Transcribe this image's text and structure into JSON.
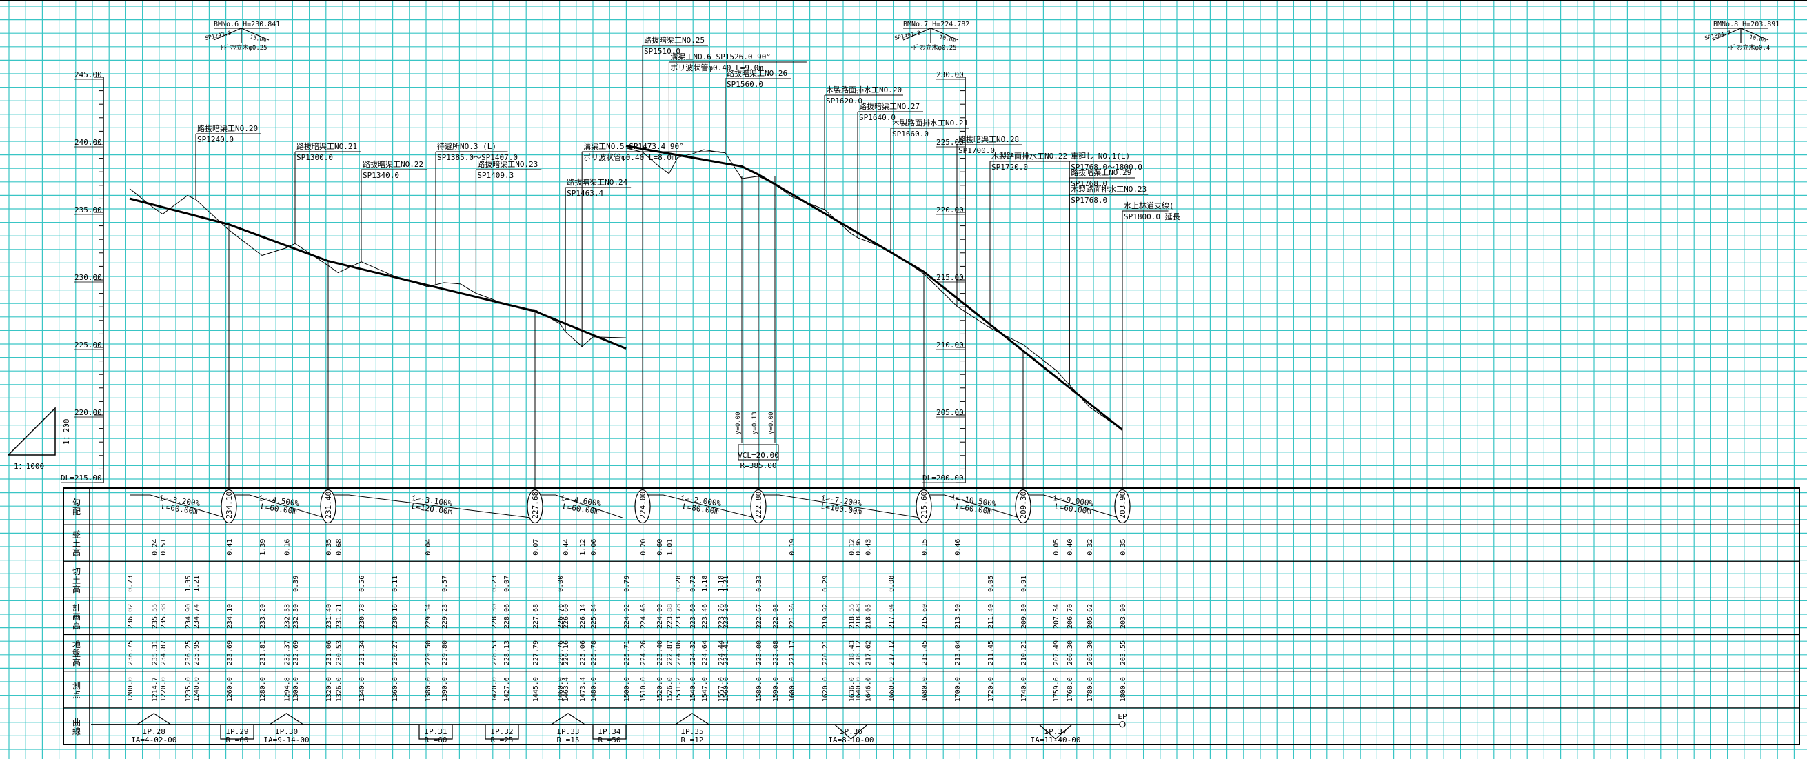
{
  "colors": {
    "grid": "#39c5c5",
    "ink": "#000000",
    "paper": "#ffffff"
  },
  "panels": [
    {
      "id": "left",
      "dl_label": "DL=215.00",
      "y_range": [
        215,
        245
      ],
      "y_ticks": [
        {
          "v": 245,
          "label": "245.00"
        },
        {
          "v": 240,
          "label": "240.00"
        },
        {
          "v": 235,
          "label": "235.00"
        },
        {
          "v": 230,
          "label": "230.00"
        },
        {
          "v": 225,
          "label": "225.00"
        },
        {
          "v": 220,
          "label": "220.00"
        }
      ],
      "benchmark": {
        "sp": 1240,
        "code": "BMNo.6",
        "height": "H=230.841",
        "dist_left": "SP1243.3",
        "dist_right": "15.0m",
        "note": "ﾄﾄﾞﾏﾂ立木φ0.25"
      },
      "ground": [
        [
          1200,
          236.75
        ],
        [
          1214.7,
          235.31
        ],
        [
          1220,
          234.87
        ],
        [
          1235,
          236.25
        ],
        [
          1240,
          235.95
        ],
        [
          1260,
          233.69
        ],
        [
          1280,
          231.81
        ],
        [
          1294.8,
          232.37
        ],
        [
          1300,
          232.69
        ],
        [
          1320,
          231.06
        ],
        [
          1326,
          230.53
        ],
        [
          1340,
          231.34
        ],
        [
          1360,
          230.27
        ],
        [
          1380,
          229.5
        ],
        [
          1390,
          229.8
        ],
        [
          1400,
          229.7
        ],
        [
          1409.3,
          229.01
        ],
        [
          1420,
          228.53
        ],
        [
          1427.6,
          228.13
        ],
        [
          1440,
          227.87
        ],
        [
          1445,
          227.79
        ],
        [
          1460,
          226.76
        ],
        [
          1463.4,
          226.16
        ],
        [
          1473.4,
          225.06
        ],
        [
          1480,
          225.78
        ],
        [
          1500,
          225.71
        ]
      ],
      "plan": [
        [
          1200,
          236.02
        ],
        [
          1260,
          234.1
        ],
        [
          1320,
          231.4
        ],
        [
          1445,
          227.68
        ],
        [
          1500,
          224.92
        ]
      ],
      "structures": [
        {
          "sp": 1240,
          "name": "路抜暗渠工NO.20",
          "sub": "SP1240.0",
          "lvl": 0
        },
        {
          "sp": 1300,
          "name": "路抜暗渠工NO.21",
          "sub": "SP1300.0",
          "lvl": 1
        },
        {
          "sp": 1340,
          "name": "路抜暗渠工NO.22",
          "sub": "SP1340.0",
          "lvl": 2
        },
        {
          "sp": 1385,
          "name": "待避所NO.3 (L)",
          "sub": "SP1385.0～SP1407.0",
          "lvl": 1
        },
        {
          "sp": 1409.3,
          "name": "路抜暗渠工NO.23",
          "sub": "SP1409.3",
          "lvl": 2
        },
        {
          "sp": 1473.4,
          "name": "溝渠工NO.5  SP1473.4 90°",
          "sub": "ポリ波状管φ0.40 L=8.0m",
          "lvl": 1
        },
        {
          "sp": 1463.4,
          "name": "路抜暗渠工NO.24",
          "sub": "SP1463.4",
          "lvl": 3
        }
      ]
    },
    {
      "id": "right",
      "dl_label": "DL=200.00",
      "y_range": [
        200,
        230
      ],
      "y_ticks": [
        {
          "v": 230,
          "label": "230.00"
        },
        {
          "v": 225,
          "label": "225.00"
        },
        {
          "v": 220,
          "label": "220.00"
        },
        {
          "v": 215,
          "label": "215.00"
        },
        {
          "v": 210,
          "label": "210.00"
        },
        {
          "v": 205,
          "label": "205.00"
        }
      ],
      "benchmark": {
        "sp": 1500,
        "code": "BMNo.7",
        "height": "H=224.782",
        "dist_left": "SP1497.3",
        "dist_right": "10.0m",
        "note": "ﾄﾄﾞﾏﾂ立木φ0.25"
      },
      "ground": [
        [
          1500,
          224.76
        ],
        [
          1510,
          224.46
        ],
        [
          1520,
          223.4
        ],
        [
          1526,
          222.87
        ],
        [
          1531.2,
          224.06
        ],
        [
          1540,
          224.32
        ],
        [
          1547,
          224.64
        ],
        [
          1557,
          224.44
        ],
        [
          1560,
          224.41
        ],
        [
          1570,
          222.5
        ],
        [
          1580,
          222.67
        ],
        [
          1590,
          222.08
        ],
        [
          1600,
          221.17
        ],
        [
          1620,
          220.21
        ],
        [
          1636,
          218.43
        ],
        [
          1640,
          218.12
        ],
        [
          1646,
          217.85
        ],
        [
          1660,
          217.12
        ],
        [
          1680,
          215.45
        ],
        [
          1700,
          213.04
        ],
        [
          1720,
          211.45
        ],
        [
          1740,
          210.21
        ],
        [
          1760,
          208.3
        ],
        [
          1780,
          205.6
        ],
        [
          1800,
          203.9
        ]
      ],
      "plan": [
        [
          1500,
          224.92
        ],
        [
          1570,
          223.4
        ],
        [
          1580,
          222.8
        ],
        [
          1680,
          215.6
        ],
        [
          1800,
          203.9
        ]
      ],
      "structures": [
        {
          "sp": 1510,
          "name": "路抜暗渠工NO.25",
          "sub": "SP1510.0",
          "lvl": 0
        },
        {
          "sp": 1526,
          "name": "溝渠工NO.6  SP1526.0 90°",
          "sub": "ポリ波状管φ0.40 L=9.0m",
          "lvl": 1
        },
        {
          "sp": 1560,
          "name": "路抜暗渠工NO.26",
          "sub": "SP1560.0",
          "lvl": 2
        },
        {
          "sp": 1620,
          "name": "木製路面排水工NO.20",
          "sub": "SP1620.0",
          "lvl": 3
        },
        {
          "sp": 1640,
          "name": "路抜暗渠工NO.27",
          "sub": "SP1640.0",
          "lvl": 4
        },
        {
          "sp": 1660,
          "name": "木製路面排水工NO.21",
          "sub": "SP1660.0",
          "lvl": 5
        },
        {
          "sp": 1700,
          "name": "路抜暗渠工NO.28",
          "sub": "SP1700.0",
          "lvl": 6
        },
        {
          "sp": 1720,
          "name": "木製路面排水工NO.22",
          "sub": "SP1720.0",
          "lvl": 7
        },
        {
          "sp": 1768,
          "name": "車廻し NO.1(L)",
          "sub": "SP1768.0～1800.0",
          "lvl": 7
        },
        {
          "sp": 1768,
          "name": "路抜暗渠工NO.29",
          "sub": "SP1768.0",
          "lvl": 8
        },
        {
          "sp": 1768,
          "name": "木製路面排水工NO.23",
          "sub": "SP1768.0",
          "lvl": 9
        },
        {
          "sp": 1800,
          "name": "水上林道支線(",
          "sub": "SP1800.0  延長",
          "lvl": 10
        }
      ],
      "vcl": {
        "label1": "VCL=20.00",
        "label2": "R=385.00",
        "y1": "y=0.00",
        "y2": "y=0.13",
        "y3": "y=0.00"
      }
    }
  ],
  "second_benchmark": {
    "sp": 1800,
    "code": "BMNo.8",
    "height": "H=203.891",
    "dist_left": "SP1804.7",
    "dist_right": "10.0m",
    "note": "ﾄﾄﾞﾏﾂ立木φ0.4"
  },
  "scale": {
    "vertical": "1：200",
    "horizontal": "1：1000"
  },
  "table_rows": [
    "勾配",
    "盛土高",
    "切土高",
    "計画高",
    "地盤高",
    "測点",
    "曲線"
  ],
  "gradients": [
    {
      "i": "i=-3.200%",
      "L": "L=60.00m"
    },
    {
      "i": "i=-4.500%",
      "L": "L=60.00m"
    },
    {
      "i": "i=-3.100%",
      "L": "L=120.00m"
    },
    {
      "i": "i=-4.600%",
      "L": "L=60.00m"
    },
    {
      "i": "i=-2.000%",
      "L": "L=80.00m"
    },
    {
      "i": "i=-7.200%",
      "L": "L=100.00m"
    },
    {
      "i": "i=-10.500%",
      "L": "L=60.00m"
    },
    {
      "i": "i=-9.000%",
      "L": "L=60.00m"
    }
  ],
  "break_elevs": [
    {
      "sp": 1260,
      "v": "234.10"
    },
    {
      "sp": 1320,
      "v": "231.40"
    },
    {
      "sp": 1445,
      "v": "227.68"
    },
    {
      "sp": 1510,
      "v": "224.00"
    },
    {
      "sp": 1580,
      "v": "222.80"
    },
    {
      "sp": 1680,
      "v": "215.60"
    },
    {
      "sp": 1740,
      "v": "209.30"
    },
    {
      "sp": 1800,
      "v": "203.90"
    }
  ],
  "stations": [
    {
      "sp": 1200,
      "label": "1200.0",
      "plan": "236.02",
      "ground": "236.75",
      "fill": "",
      "cut": "0.73"
    },
    {
      "sp": 1214.7,
      "label": "1214.7",
      "plan": "235.55",
      "ground": "235.31",
      "fill": "0.24",
      "cut": ""
    },
    {
      "sp": 1220,
      "label": "1220.0",
      "plan": "235.38",
      "ground": "234.87",
      "fill": "0.51",
      "cut": ""
    },
    {
      "sp": 1235,
      "label": "1235.0",
      "plan": "234.90",
      "ground": "236.25",
      "fill": "",
      "cut": "1.35"
    },
    {
      "sp": 1240,
      "label": "1240.0",
      "plan": "234.74",
      "ground": "235.95",
      "fill": "",
      "cut": "1.21"
    },
    {
      "sp": 1260,
      "label": "1260.0",
      "plan": "234.10",
      "ground": "233.69",
      "fill": "0.41",
      "cut": ""
    },
    {
      "sp": 1280,
      "label": "1280.0",
      "plan": "233.20",
      "ground": "231.81",
      "fill": "1.39",
      "cut": ""
    },
    {
      "sp": 1294.8,
      "label": "1294.8",
      "plan": "232.53",
      "ground": "232.37",
      "fill": "0.16",
      "cut": ""
    },
    {
      "sp": 1300,
      "label": "1300.0",
      "plan": "232.30",
      "ground": "232.69",
      "fill": "",
      "cut": "0.39"
    },
    {
      "sp": 1320,
      "label": "1320.0",
      "plan": "231.40",
      "ground": "231.06",
      "fill": "0.35",
      "cut": ""
    },
    {
      "sp": 1326,
      "label": "1326.0",
      "plan": "231.21",
      "ground": "230.53",
      "fill": "0.68",
      "cut": ""
    },
    {
      "sp": 1340,
      "label": "1340.0",
      "plan": "230.78",
      "ground": "231.34",
      "fill": "",
      "cut": "0.56"
    },
    {
      "sp": 1360,
      "label": "1360.0",
      "plan": "230.16",
      "ground": "230.27",
      "fill": "",
      "cut": "0.11"
    },
    {
      "sp": 1380,
      "label": "1380.0",
      "plan": "229.54",
      "ground": "229.50",
      "fill": "0.04",
      "cut": ""
    },
    {
      "sp": 1390,
      "label": "1390.0",
      "plan": "229.23",
      "ground": "229.80",
      "fill": "",
      "cut": "0.57"
    },
    {
      "sp": 1420,
      "label": "1420.0",
      "plan": "228.30",
      "ground": "228.53",
      "fill": "",
      "cut": "0.23"
    },
    {
      "sp": 1427.6,
      "label": "1427.6",
      "plan": "228.06",
      "ground": "228.13",
      "fill": "",
      "cut": "0.07"
    },
    {
      "sp": 1445,
      "label": "1445.0",
      "plan": "227.68",
      "ground": "227.79",
      "fill": "0.07",
      "cut": ""
    },
    {
      "sp": 1460,
      "label": "1460.0",
      "plan": "226.76",
      "ground": "226.76",
      "fill": "",
      "cut": "0.00"
    },
    {
      "sp": 1463.4,
      "label": "1463.4",
      "plan": "226.60",
      "ground": "226.16",
      "fill": "0.44",
      "cut": ""
    },
    {
      "sp": 1473.4,
      "label": "1473.4",
      "plan": "226.14",
      "ground": "225.06",
      "fill": "1.12",
      "cut": ""
    },
    {
      "sp": 1480,
      "label": "1480.0",
      "plan": "225.84",
      "ground": "225.78",
      "fill": "0.06",
      "cut": ""
    },
    {
      "sp": 1500,
      "label": "1500.0",
      "plan": "224.92",
      "ground": "225.71",
      "fill": "",
      "cut": "0.79"
    },
    {
      "sp": 1510,
      "label": "1510.0",
      "plan": "224.46",
      "ground": "224.26",
      "fill": "0.20",
      "cut": ""
    },
    {
      "sp": 1520,
      "label": "1520.0",
      "plan": "224.00",
      "ground": "223.40",
      "fill": "0.60",
      "cut": ""
    },
    {
      "sp": 1526,
      "label": "1526.0",
      "plan": "223.88",
      "ground": "222.87",
      "fill": "1.01",
      "cut": ""
    },
    {
      "sp": 1531.2,
      "label": "1531.2",
      "plan": "223.78",
      "ground": "224.06",
      "fill": "",
      "cut": "0.28"
    },
    {
      "sp": 1540,
      "label": "1540.0",
      "plan": "223.60",
      "ground": "224.32",
      "fill": "",
      "cut": "0.72"
    },
    {
      "sp": 1547,
      "label": "1547.0",
      "plan": "223.46",
      "ground": "224.64",
      "fill": "",
      "cut": "1.18"
    },
    {
      "sp": 1557,
      "label": "1557.0",
      "plan": "223.26",
      "ground": "224.44",
      "fill": "",
      "cut": "1.18"
    },
    {
      "sp": 1560,
      "label": "1560.0",
      "plan": "223.20",
      "ground": "224.41",
      "fill": "",
      "cut": "1.21"
    },
    {
      "sp": 1580,
      "label": "1580.0",
      "plan": "222.67",
      "ground": "223.00",
      "fill": "",
      "cut": "0.33"
    },
    {
      "sp": 1590,
      "label": "1590.0",
      "plan": "222.08",
      "ground": "222.08",
      "fill": "",
      "cut": ""
    },
    {
      "sp": 1600,
      "label": "1600.0",
      "plan": "221.36",
      "ground": "221.17",
      "fill": "0.19",
      "cut": ""
    },
    {
      "sp": 1620,
      "label": "1620.0",
      "plan": "219.92",
      "ground": "220.21",
      "fill": "",
      "cut": "0.29"
    },
    {
      "sp": 1636,
      "label": "1636.0",
      "plan": "218.55",
      "ground": "218.43",
      "fill": "0.12",
      "cut": ""
    },
    {
      "sp": 1640,
      "label": "1640.0",
      "plan": "218.48",
      "ground": "218.12",
      "fill": "0.36",
      "cut": ""
    },
    {
      "sp": 1646,
      "label": "1646.0",
      "plan": "218.05",
      "ground": "217.62",
      "fill": "0.43",
      "cut": ""
    },
    {
      "sp": 1660,
      "label": "1660.0",
      "plan": "217.04",
      "ground": "217.12",
      "fill": "",
      "cut": "0.08"
    },
    {
      "sp": 1680,
      "label": "1680.0",
      "plan": "215.60",
      "ground": "215.45",
      "fill": "0.15",
      "cut": ""
    },
    {
      "sp": 1700,
      "label": "1700.0",
      "plan": "213.50",
      "ground": "213.04",
      "fill": "0.46",
      "cut": ""
    },
    {
      "sp": 1720,
      "label": "1720.0",
      "plan": "211.40",
      "ground": "211.45",
      "fill": "",
      "cut": "0.05"
    },
    {
      "sp": 1740,
      "label": "1740.0",
      "plan": "209.30",
      "ground": "210.21",
      "fill": "",
      "cut": "0.91"
    },
    {
      "sp": 1759.6,
      "label": "1759.6",
      "plan": "207.54",
      "ground": "207.49",
      "fill": "0.05",
      "cut": ""
    },
    {
      "sp": 1768,
      "label": "1768.0",
      "plan": "206.70",
      "ground": "206.30",
      "fill": "0.40",
      "cut": ""
    },
    {
      "sp": 1780,
      "label": "1780.0",
      "plan": "205.62",
      "ground": "205.30",
      "fill": "0.32",
      "cut": ""
    },
    {
      "sp": 1800,
      "label": "1800.0",
      "plan": "203.90",
      "ground": "203.55",
      "fill": "0.35",
      "cut": ""
    }
  ],
  "curves": [
    {
      "sp": 1214.7,
      "name": "IP.28",
      "param": "IA=4-02-00",
      "dir": "up"
    },
    {
      "sp": 1265,
      "name": "IP.29",
      "param": "R =60",
      "dir": "down"
    },
    {
      "sp": 1294.8,
      "name": "IP.30",
      "param": "IA=9-14-00",
      "dir": "up"
    },
    {
      "sp": 1385,
      "name": "IP.31",
      "param": "R =60",
      "dir": "down"
    },
    {
      "sp": 1425,
      "name": "IP.32",
      "param": "R =25",
      "dir": "down"
    },
    {
      "sp": 1465,
      "name": "IP.33",
      "param": "R =15",
      "dir": "up"
    },
    {
      "sp": 1490,
      "name": "IP.34",
      "param": "R =50",
      "dir": "down"
    },
    {
      "sp": 1540,
      "name": "IP.35",
      "param": "R =12",
      "dir": "up"
    },
    {
      "sp": 1636,
      "name": "IP.36",
      "param": "IA=8-10-00",
      "dir": "vdown"
    },
    {
      "sp": 1759.6,
      "name": "IP.37",
      "param": "IA=11-40-00",
      "dir": "vdown"
    }
  ],
  "end_point": "EP"
}
